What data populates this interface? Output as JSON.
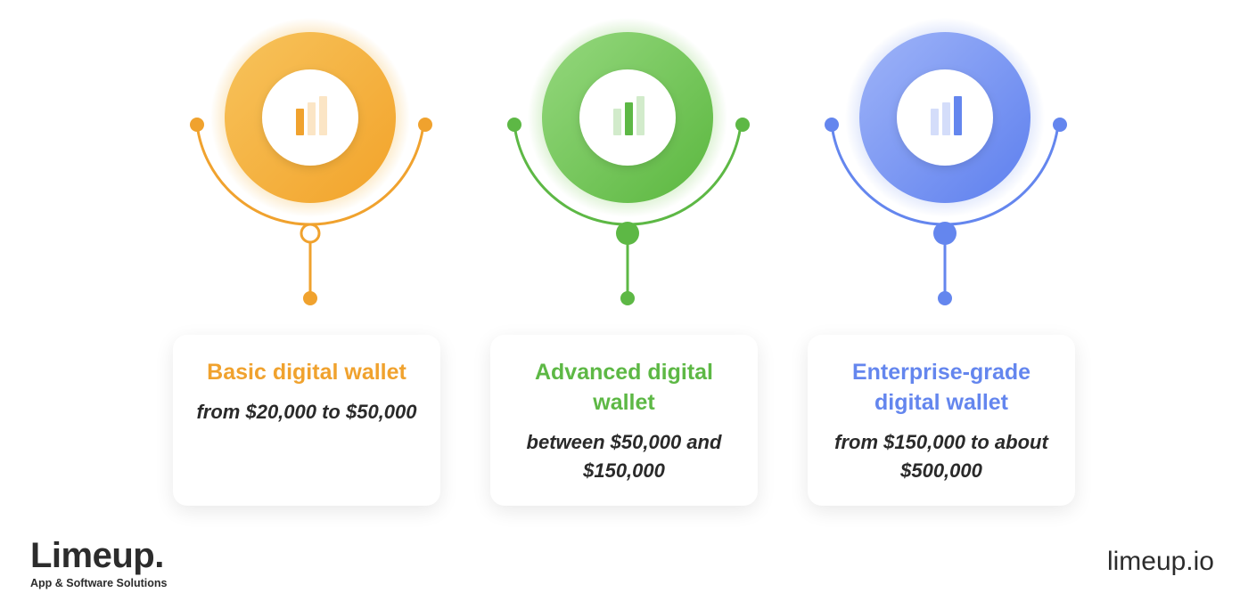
{
  "tiers": [
    {
      "title": "Basic digital wallet",
      "price": "from $20,000 to $50,000",
      "accent": "#F0A22E",
      "gradient_light": "#F7C35C",
      "gradient_dark": "#F2A32A",
      "halo": "#FBE6BF",
      "active_bar": 1,
      "hub_hollow": true,
      "icon": "bar-chart-icon"
    },
    {
      "title": "Advanced digital wallet",
      "price": "between $50,000 and $150,000",
      "accent": "#5DB845",
      "gradient_light": "#95D87E",
      "gradient_dark": "#5BB73F",
      "halo": "#D6EFCB",
      "active_bar": 2,
      "hub_hollow": false,
      "icon": "bar-chart-icon"
    },
    {
      "title": "Enterprise-grade digital wallet",
      "price": "from $150,000 to about $500,000",
      "accent": "#6486EE",
      "gradient_light": "#9FB4F8",
      "gradient_dark": "#5D7FEE",
      "halo": "#DCE4FB",
      "active_bar": 3,
      "hub_hollow": false,
      "icon": "bar-chart-icon"
    }
  ],
  "brand": {
    "name": "Limeup.",
    "tagline": "App & Software Solutions"
  },
  "site": "limeup.io"
}
